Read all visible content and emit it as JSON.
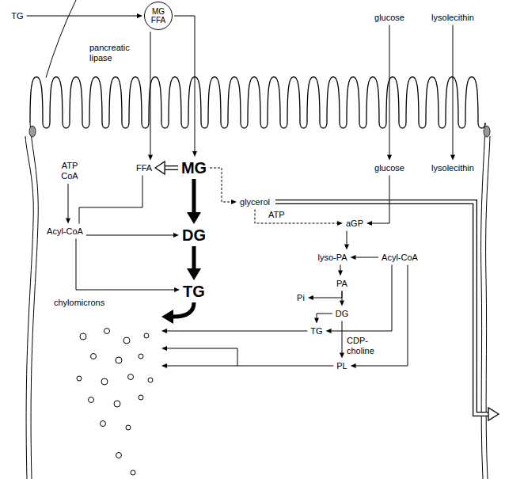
{
  "diagram": {
    "nodes": [
      {
        "text": [
          "TG"
        ]
      },
      {
        "text": [
          "MG",
          "FFA"
        ]
      },
      {
        "text": [
          "glucose"
        ]
      },
      {
        "text": [
          "lysolecithin"
        ]
      },
      {
        "text": [
          "ATP",
          "CoA"
        ]
      },
      {
        "text": [
          "FFA"
        ]
      },
      {
        "text": [
          "MG"
        ]
      },
      {
        "text": [
          "Acyl-CoA"
        ]
      },
      {
        "text": [
          "DG"
        ]
      },
      {
        "text": [
          "TG"
        ]
      },
      {
        "text": [
          "glycerol"
        ]
      },
      {
        "text": [
          "glucose"
        ]
      },
      {
        "text": [
          "lysolecithin"
        ]
      },
      {
        "text": [
          "aGP"
        ]
      },
      {
        "text": [
          "lyso-PA"
        ]
      },
      {
        "text": [
          "Acyl-CoA"
        ]
      },
      {
        "text": [
          "PA"
        ]
      },
      {
        "text": [
          "Pi"
        ]
      },
      {
        "text": [
          "DG"
        ]
      },
      {
        "text": [
          "TG"
        ]
      },
      {
        "text": [
          "PL"
        ]
      },
      {
        "text": [
          "chylomicrons"
        ]
      }
    ],
    "edges": [
      {
        "from": 0,
        "to": 1,
        "arrow": "to"
      },
      {
        "from": 1,
        "to": 5,
        "arrow": "to"
      },
      {
        "from": 1,
        "to": 6,
        "arrow": "to"
      },
      {
        "from": 4,
        "to": 7,
        "arrow": "to"
      },
      {
        "from": 5,
        "to": 7,
        "arrow": "none"
      },
      {
        "from": 6,
        "to": 8,
        "arrow": "to"
      },
      {
        "from": 7,
        "to": 8,
        "arrow": "to"
      },
      {
        "from": 8,
        "to": 9,
        "arrow": "to"
      },
      {
        "from": 7,
        "to": 9,
        "arrow": "to"
      },
      {
        "from": 9,
        "to": 21,
        "arrow": "to"
      },
      {
        "from": 6,
        "to": 5,
        "arrow": "to"
      },
      {
        "from": 6,
        "to": 10,
        "arrow": "to"
      },
      {
        "from": 10,
        "to": 13,
        "arrow": "to",
        "label": "ATP"
      },
      {
        "from": 2,
        "to": 11,
        "arrow": "to"
      },
      {
        "from": 3,
        "to": 12,
        "arrow": "to"
      },
      {
        "from": 11,
        "to": 13,
        "arrow": "to"
      },
      {
        "from": 13,
        "to": 14,
        "arrow": "to"
      },
      {
        "from": 15,
        "to": 14,
        "arrow": "to"
      },
      {
        "from": 14,
        "to": 16,
        "arrow": "to"
      },
      {
        "from": 16,
        "to": 17,
        "arrow": "to"
      },
      {
        "from": 16,
        "to": 18,
        "arrow": "to"
      },
      {
        "from": 18,
        "to": 19,
        "arrow": "to"
      },
      {
        "from": 18,
        "to": 20,
        "arrow": "to",
        "label": "CDP-choline"
      },
      {
        "from": 15,
        "to": 19,
        "arrow": "to"
      },
      {
        "from": 15,
        "to": 20,
        "arrow": "to"
      },
      {
        "from": 19,
        "to": 21,
        "arrow": "to"
      },
      {
        "from": 20,
        "to": 21,
        "arrow": "to"
      }
    ],
    "labels": [
      "pancreatic lipase"
    ]
  }
}
